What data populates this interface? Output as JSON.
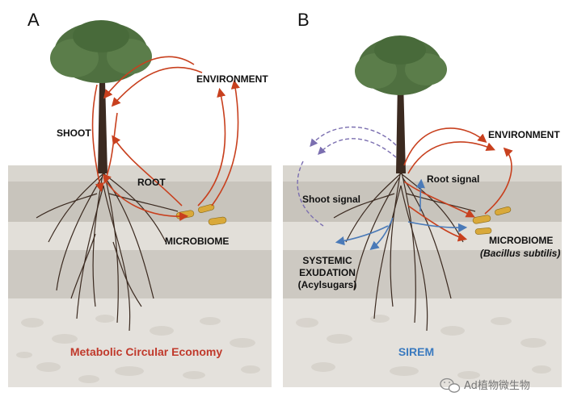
{
  "colors": {
    "red_arrow": "#c8401e",
    "blue_arrow": "#4a7ab8",
    "purple_arrow": "#7b6fb0",
    "economy_text": "#c0392b",
    "sirem_text": "#3a7abf",
    "canopy": "#4f7040",
    "trunk": "#3b2a20",
    "microbe": "#d9a93a"
  },
  "panel_a": {
    "letter": "A",
    "labels": {
      "environment": "ENVIRONMENT",
      "shoot": "SHOOT",
      "root": "ROOT",
      "microbiome": "MICROBIOME"
    },
    "caption": "Metabolic Circular Economy"
  },
  "panel_b": {
    "letter": "B",
    "labels": {
      "environment": "ENVIRONMENT",
      "root_signal": "Root signal",
      "shoot_signal": "Shoot signal",
      "microbiome": "MICROBIOME",
      "microbiome_species": "(Bacillus subtilis)",
      "systemic_line1": "SYSTEMIC",
      "systemic_line2": "EXUDATION",
      "systemic_line3": "(Acylsugars)"
    },
    "caption": "SIREM"
  },
  "watermark": {
    "icon": "wechat-icon",
    "text": "Ad植物微生物"
  }
}
